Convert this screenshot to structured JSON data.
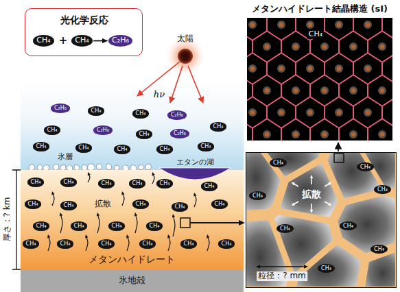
{
  "diagram": {
    "nodes": [
      {
        "text": [
          "光化学反応"
        ]
      },
      {
        "text": [
          "CH₄"
        ],
        "in": 0
      },
      {
        "text": [
          "CH₄"
        ],
        "in": 0
      },
      {
        "text": [
          "C₂H₆"
        ],
        "in": 0
      },
      {
        "text": [
          "太陽"
        ]
      },
      {
        "text": [
          "メタンハイドレート結晶構造 (sI)",
          "CH₄"
        ]
      },
      {
        "text": [
          "C₂H₆"
        ]
      },
      {
        "text": [
          "CH₄"
        ]
      },
      {
        "text": [
          "CH₄"
        ]
      },
      {
        "text": [
          "C₂H₆"
        ]
      },
      {
        "text": [
          "CH₄"
        ]
      },
      {
        "text": [
          "C₂H₆"
        ]
      },
      {
        "text": [
          "CH₄"
        ]
      },
      {
        "text": [
          "C₂H₆"
        ]
      },
      {
        "text": [
          "CH₄"
        ]
      },
      {
        "text": [
          "CH₄"
        ]
      },
      {
        "text": [
          "CH₄"
        ]
      },
      {
        "text": [
          "CH₄"
        ]
      },
      {
        "text": [
          "CH₄"
        ]
      },
      {
        "text": [
          "CH₄"
        ]
      },
      {
        "text": [
          "メタンハイドレート"
        ]
      },
      {
        "text": [
          "CH₄"
        ],
        "in": 20
      },
      {
        "text": [
          "CH₄"
        ],
        "in": 20
      },
      {
        "text": [
          "CH₄"
        ],
        "in": 20
      },
      {
        "text": [
          "CH₄"
        ],
        "in": 20
      },
      {
        "text": [
          "CH₄"
        ],
        "in": 20
      },
      {
        "text": [
          "CH₄"
        ],
        "in": 20
      },
      {
        "text": [
          "CH₄"
        ],
        "in": 20
      },
      {
        "text": [
          "CH₄"
        ],
        "in": 20
      },
      {
        "text": [
          "CH₄"
        ],
        "in": 20
      },
      {
        "text": [
          "CH₄"
        ],
        "in": 20
      },
      {
        "text": [
          "CH₄"
        ],
        "in": 20
      },
      {
        "text": [
          "CH₄"
        ],
        "in": 20
      },
      {
        "text": [
          "CH₄"
        ],
        "in": 20
      },
      {
        "text": [
          "CH₄"
        ],
        "in": 20
      },
      {
        "text": [
          "CH₄"
        ],
        "in": 20
      },
      {
        "text": [
          "CH₄"
        ],
        "in": 20
      },
      {
        "text": [
          "CH₄"
        ],
        "in": 20
      },
      {
        "text": [
          "CH₄"
        ],
        "in": 20
      },
      {
        "text": [
          "CH₄"
        ],
        "in": 20
      },
      {
        "text": [
          "CH₄"
        ],
        "in": 20
      },
      {
        "text": [
          "CH₄"
        ],
        "in": 20
      },
      {
        "text": [
          "エタンの湖"
        ]
      },
      {
        "text": [
          "氷地殻"
        ]
      },
      {
        "text": [
          "拡散",
          "粒径：? mm"
        ]
      },
      {
        "text": [
          "CH₄"
        ],
        "in": 44
      },
      {
        "text": [
          "CH₄"
        ],
        "in": 44
      },
      {
        "text": [
          "CH₄"
        ],
        "in": 44
      },
      {
        "text": [
          "CH₄"
        ],
        "in": 44
      },
      {
        "text": [
          "CH₄"
        ],
        "in": 44
      },
      {
        "text": [
          "CH₄"
        ],
        "in": 44
      },
      {
        "text": [
          "CH₄"
        ],
        "in": 44
      },
      {
        "text": [
          "CH₄"
        ],
        "in": 44
      }
    ],
    "edges": [
      {
        "from": 2,
        "to": 3,
        "arrow": "to"
      }
    ],
    "labels": [
      "+",
      "hν",
      "氷層",
      "拡散",
      "厚さ：? km"
    ]
  }
}
